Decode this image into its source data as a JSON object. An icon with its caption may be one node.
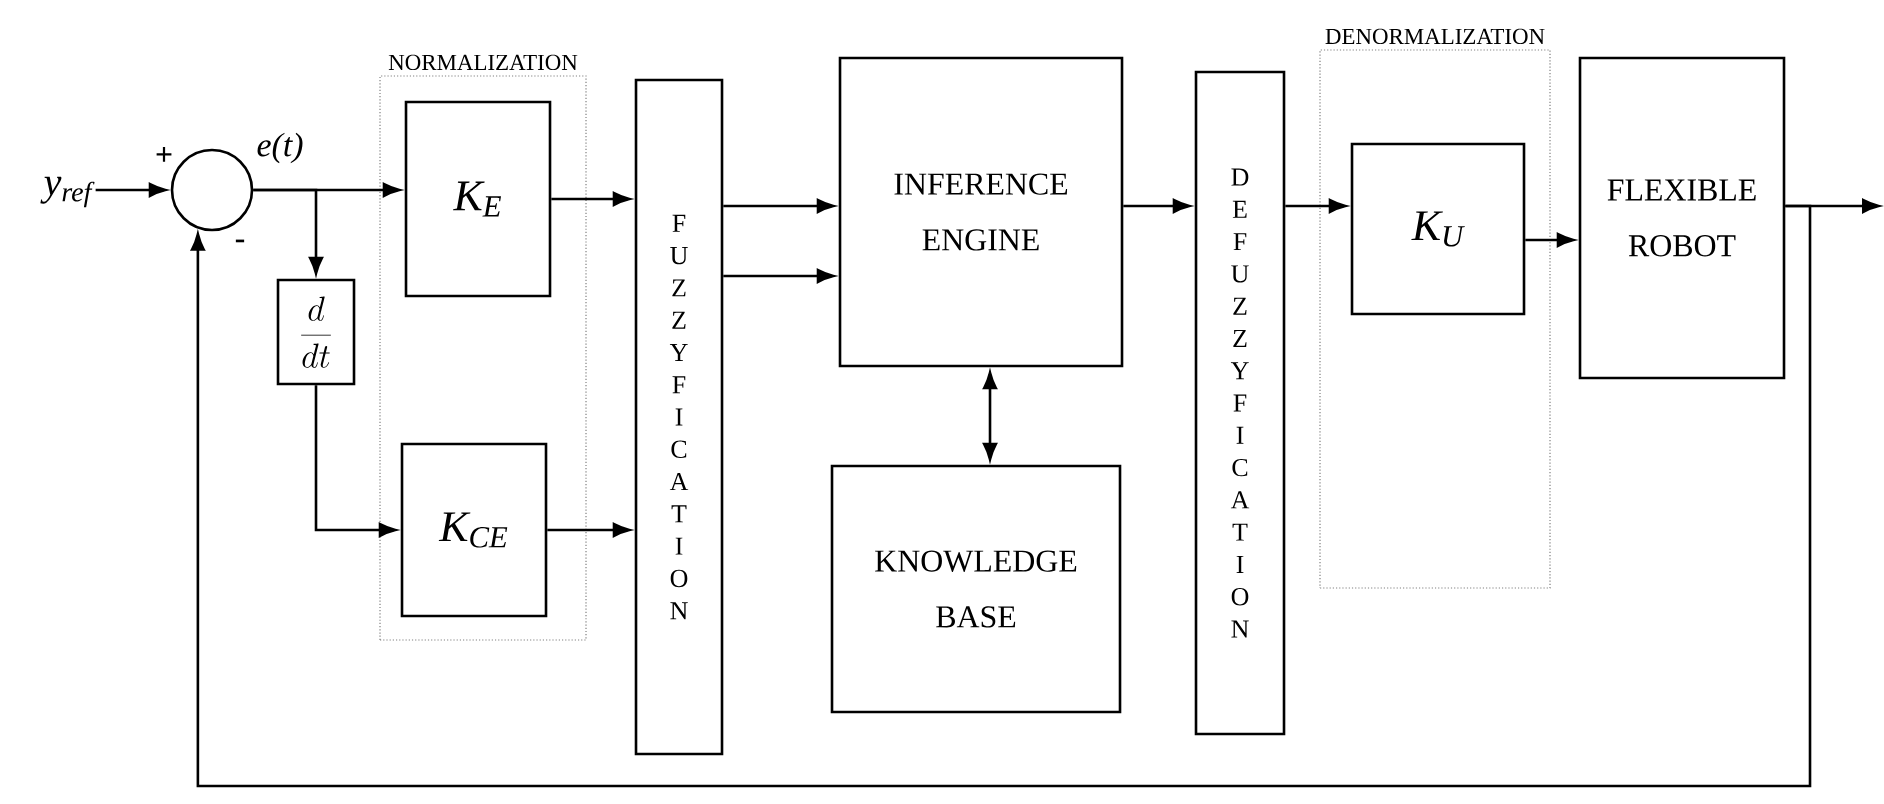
{
  "diagram": {
    "nodes": [
      {
        "text": [
          "y$_{ref}$"
        ]
      },
      {
        "text": [],
        "shape": "circle"
      },
      {
        "text": [
          "NORMALIZATION"
        ]
      },
      {
        "text": [
          "K$_{E}$"
        ],
        "in": 2
      },
      {
        "text": [
          "K$_{CE}$"
        ],
        "in": 2
      },
      {
        "text": [
          "\\frac{d}{dt}"
        ]
      },
      {
        "text": [
          "FUZZYFICATION"
        ]
      },
      {
        "text": [
          "INFERENCE ENGINE"
        ]
      },
      {
        "text": [
          "KNOWLEDGE BASE"
        ]
      },
      {
        "text": [
          "DEFUZZYFICATION"
        ]
      },
      {
        "text": [
          "DENORMALIZATION"
        ]
      },
      {
        "text": [
          "K$_{U}$"
        ],
        "in": 10
      },
      {
        "text": [
          "FLEXIBLE ROBOT"
        ]
      }
    ],
    "edges": [
      {
        "from": 0,
        "to": 1,
        "arrow": "to"
      },
      {
        "from": 1,
        "to": 3,
        "arrow": "to",
        "label": "e(t)"
      },
      {
        "from": 1,
        "to": 5,
        "arrow": "to"
      },
      {
        "from": 5,
        "to": 4,
        "arrow": "to"
      },
      {
        "from": 3,
        "to": 6,
        "arrow": "to"
      },
      {
        "from": 4,
        "to": 6,
        "arrow": "to"
      },
      {
        "from": 6,
        "to": 7,
        "arrow": "to"
      },
      {
        "from": 6,
        "to": 7,
        "arrow": "to"
      },
      {
        "from": 7,
        "to": 8,
        "arrow": "both"
      },
      {
        "from": 7,
        "to": 9,
        "arrow": "to"
      },
      {
        "from": 9,
        "to": 11,
        "arrow": "to"
      },
      {
        "from": 11,
        "to": 12,
        "arrow": "to"
      },
      {
        "from": 12,
        "to": null,
        "arrow": "to"
      },
      {
        "from": 12,
        "to": 1,
        "arrow": "to"
      }
    ],
    "labels": [
      "+",
      "-"
    ]
  }
}
